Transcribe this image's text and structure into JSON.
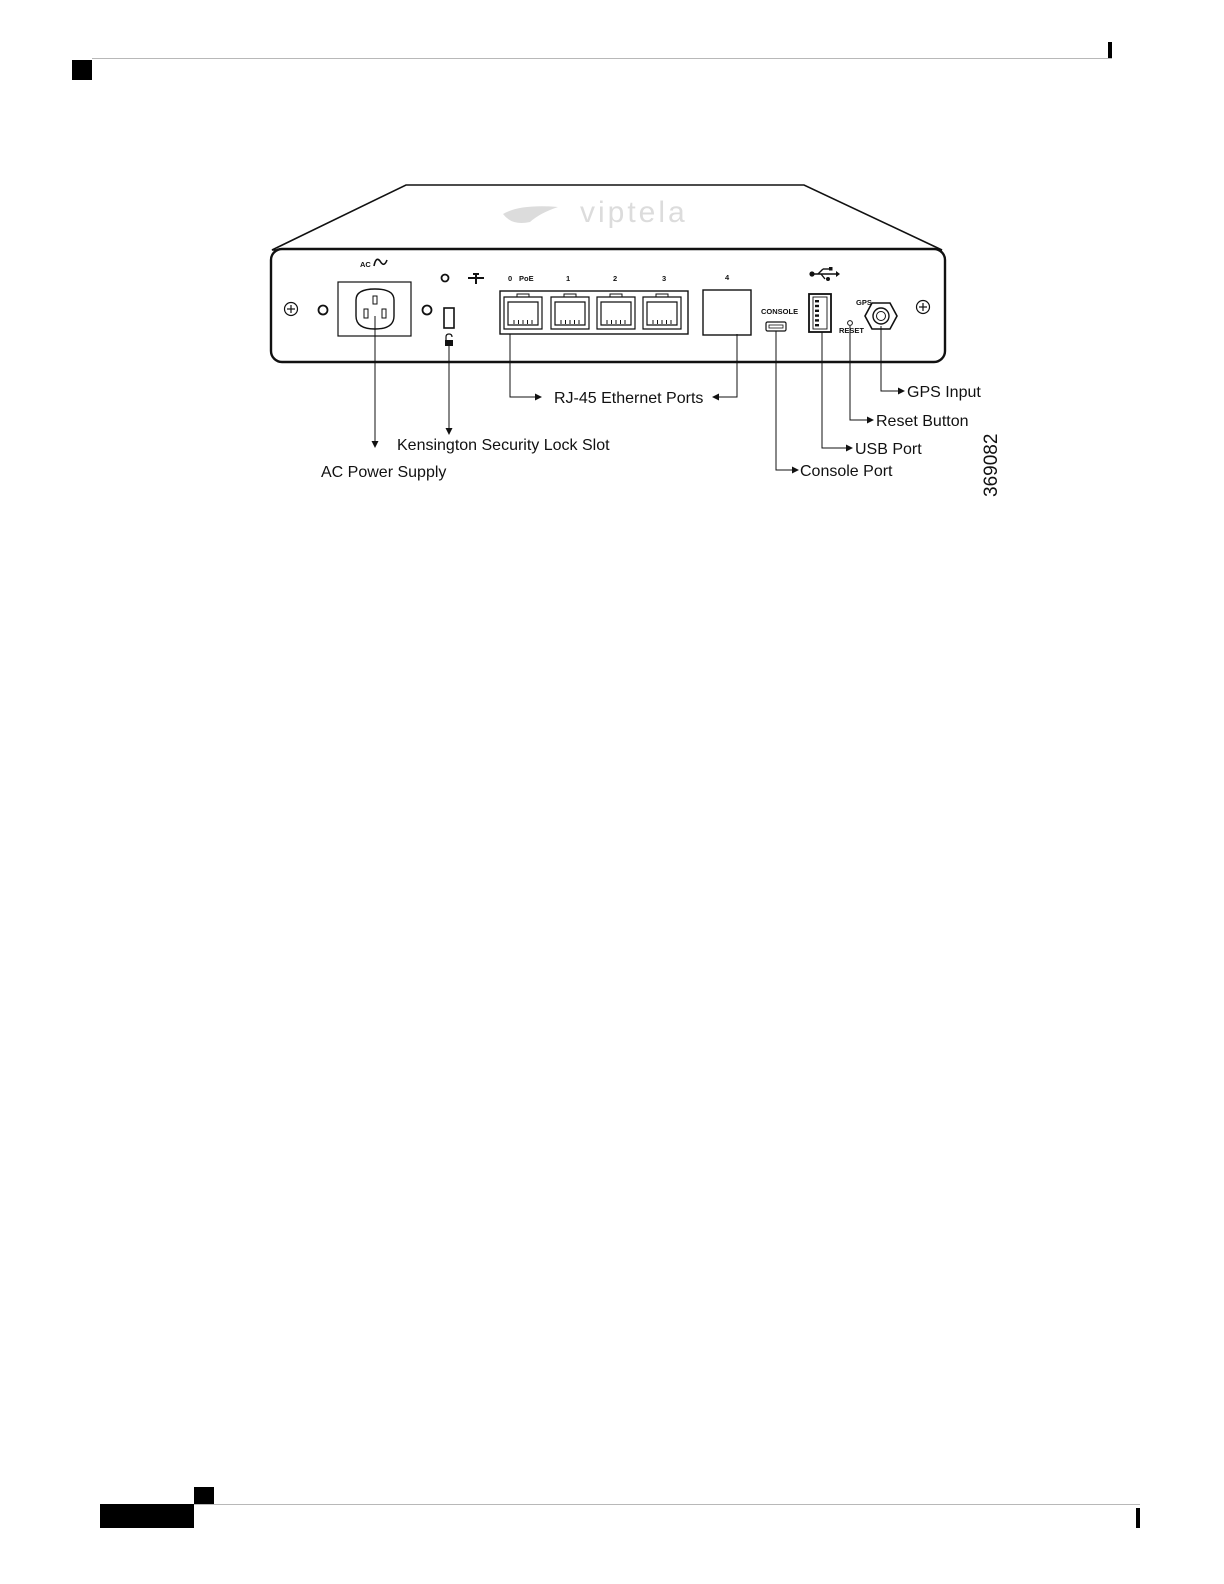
{
  "figure": {
    "brand": "viptela",
    "panel_labels": {
      "ac": "AC",
      "port0": "0",
      "poe": "PoE",
      "port1": "1",
      "port2": "2",
      "port3": "3",
      "port4": "4",
      "console": "CONSOLE",
      "gps": "GPS",
      "reset": "RESET"
    },
    "callouts": {
      "ac_power_supply": "AC Power Supply",
      "kensington_lock": "Kensington Security Lock Slot",
      "rj45_ports": "RJ-45 Ethernet Ports",
      "console_port": "Console Port",
      "usb_port": "USB Port",
      "reset_button": "Reset Button",
      "gps_input": "GPS Input"
    },
    "figure_id": "369082"
  },
  "icons": [
    "ac-sine-icon",
    "ground-icon",
    "padlock-icon",
    "usb-icon",
    "screw-icon"
  ]
}
